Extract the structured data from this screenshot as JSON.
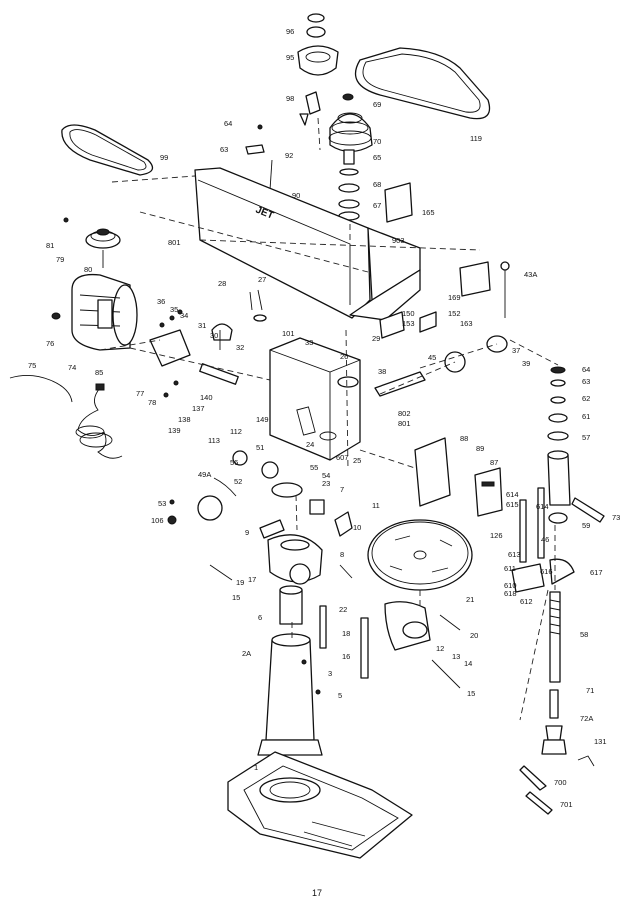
{
  "page_number": "17",
  "logo_text": "JET",
  "part_labels": [
    "96",
    "95",
    "98",
    "69",
    "119",
    "70",
    "65",
    "68",
    "67",
    "165",
    "64",
    "63",
    "92",
    "90",
    "99",
    "903",
    "81",
    "79",
    "80",
    "801",
    "43A",
    "28",
    "27",
    "169",
    "36",
    "35",
    "34",
    "31",
    "30",
    "32",
    "101",
    "26",
    "33",
    "29",
    "150",
    "153",
    "152",
    "163",
    "45",
    "37",
    "39",
    "74",
    "76",
    "75",
    "85",
    "77",
    "78",
    "140",
    "38",
    "64",
    "63",
    "62",
    "61",
    "57",
    "137",
    "138",
    "139",
    "113",
    "112",
    "149",
    "802",
    "801",
    "51",
    "24",
    "25",
    "55",
    "54",
    "607",
    "56",
    "52",
    "23",
    "88",
    "89",
    "87",
    "49A",
    "53",
    "106",
    "7",
    "11",
    "614",
    "615",
    "614",
    "126",
    "46",
    "59",
    "73",
    "9",
    "10",
    "19",
    "15",
    "17",
    "8",
    "6",
    "21",
    "613",
    "611",
    "610",
    "618",
    "616",
    "617",
    "612",
    "22",
    "18",
    "16",
    "20",
    "2A",
    "3",
    "12",
    "13",
    "14",
    "15",
    "58",
    "5",
    "71",
    "1",
    "72A",
    "131",
    "700",
    "701"
  ],
  "colors": {
    "ink": "#111111",
    "paper": "#ffffff"
  }
}
